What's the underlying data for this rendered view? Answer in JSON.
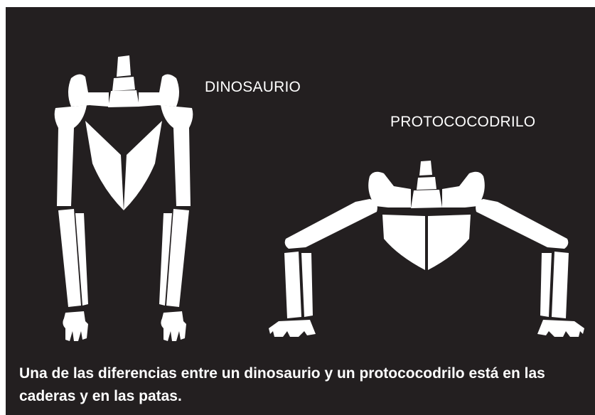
{
  "labels": {
    "dinosaur": "DINOSAURIO",
    "protocrocodile": "PROTOCOCODRILO"
  },
  "caption": "Una de las diferencias entre un dinosaurio  y un protococodrilo está en las caderas y en las patas.",
  "colors": {
    "background": "#231f20",
    "bone": "#ffffff",
    "text": "#ffffff"
  }
}
